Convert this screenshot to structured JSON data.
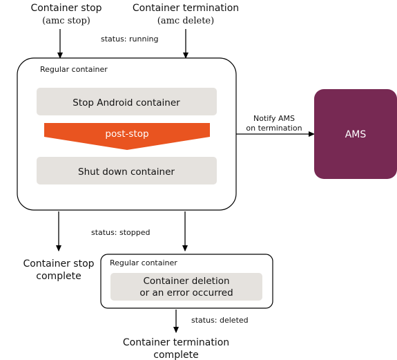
{
  "top_left": {
    "title": "Container stop",
    "command": "(amc stop)"
  },
  "top_right": {
    "title": "Container termination",
    "command": "(amc delete)"
  },
  "status_running": "status: running",
  "regular_container_main": {
    "label": "Regular container",
    "step_stop": "Stop Android container",
    "hook": "post-stop",
    "step_shutdown": "Shut down container"
  },
  "notify": {
    "line1": "Notify AMS",
    "line2": "on termination"
  },
  "ams": {
    "label": "AMS"
  },
  "status_stopped": "status: stopped",
  "stop_complete": {
    "line1": "Container stop",
    "line2": "complete"
  },
  "regular_container_secondary": {
    "label": "Regular container",
    "line1": "Container deletion",
    "line2": "or an error occurred"
  },
  "status_deleted": "status: deleted",
  "termination_complete": {
    "line1": "Container termination",
    "line2": "complete"
  },
  "colors": {
    "step_fill": "#e5e2de",
    "hook_fill": "#e95420",
    "ams_fill": "#772953",
    "line": "#000000",
    "text": "#111111",
    "white": "#ffffff"
  }
}
